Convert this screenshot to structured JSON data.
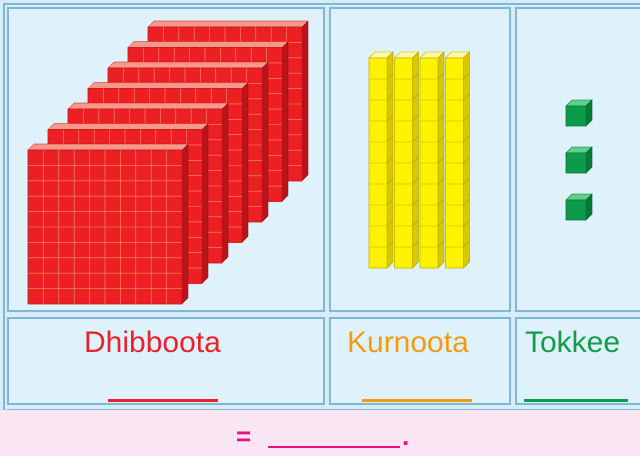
{
  "columns": [
    {
      "label": "Dhibboota",
      "color": "#e8212b",
      "block": "flat-hundred",
      "count": 7
    },
    {
      "label": "Kurnoota",
      "color": "#f39a13",
      "block": "rod-ten",
      "count": 4
    },
    {
      "label": "Tokkee",
      "color": "#0f9e4a",
      "block": "unit-cube",
      "count": 3
    }
  ],
  "equation": {
    "prefix": "=",
    "suffix": "."
  },
  "colors": {
    "frame": "#7fb8d6",
    "panel": "#dff1fa",
    "flat_fill": "#ec2024",
    "rod_fill": "#fff200",
    "cube_fill": "#0b9b4a",
    "equation_bg": "#fbe6f3",
    "equation_text": "#e8108c"
  }
}
